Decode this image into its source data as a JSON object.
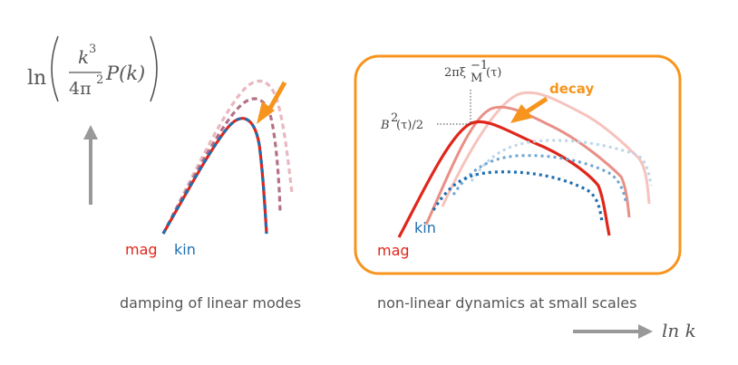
{
  "y_axis_label": {
    "prefix": "ln",
    "numerator": "k",
    "numerator_exp": "3",
    "denominator": "4π",
    "denominator_exp": "2",
    "tail": "P(k)"
  },
  "x_axis_label": "ln k",
  "left_panel": {
    "caption": "damping of linear modes",
    "mag_label": "mag",
    "kin_label": "kin"
  },
  "right_panel": {
    "caption": "non-linear dynamics at small scales",
    "mag_label": "mag",
    "kin_label": "kin",
    "decay_label": "decay",
    "peak_scale_label": {
      "prefix": "2πξ",
      "sub": "M",
      "sup": "−1",
      "arg": "(τ)"
    },
    "peak_height_label": {
      "base": "B",
      "sup": "2",
      "rest": "(τ)/2"
    }
  },
  "colors": {
    "mag": "#e0261b",
    "kin": "#1f6fb0",
    "accent": "#f7941d",
    "grey_arrow": "#999999",
    "text": "#555555"
  }
}
